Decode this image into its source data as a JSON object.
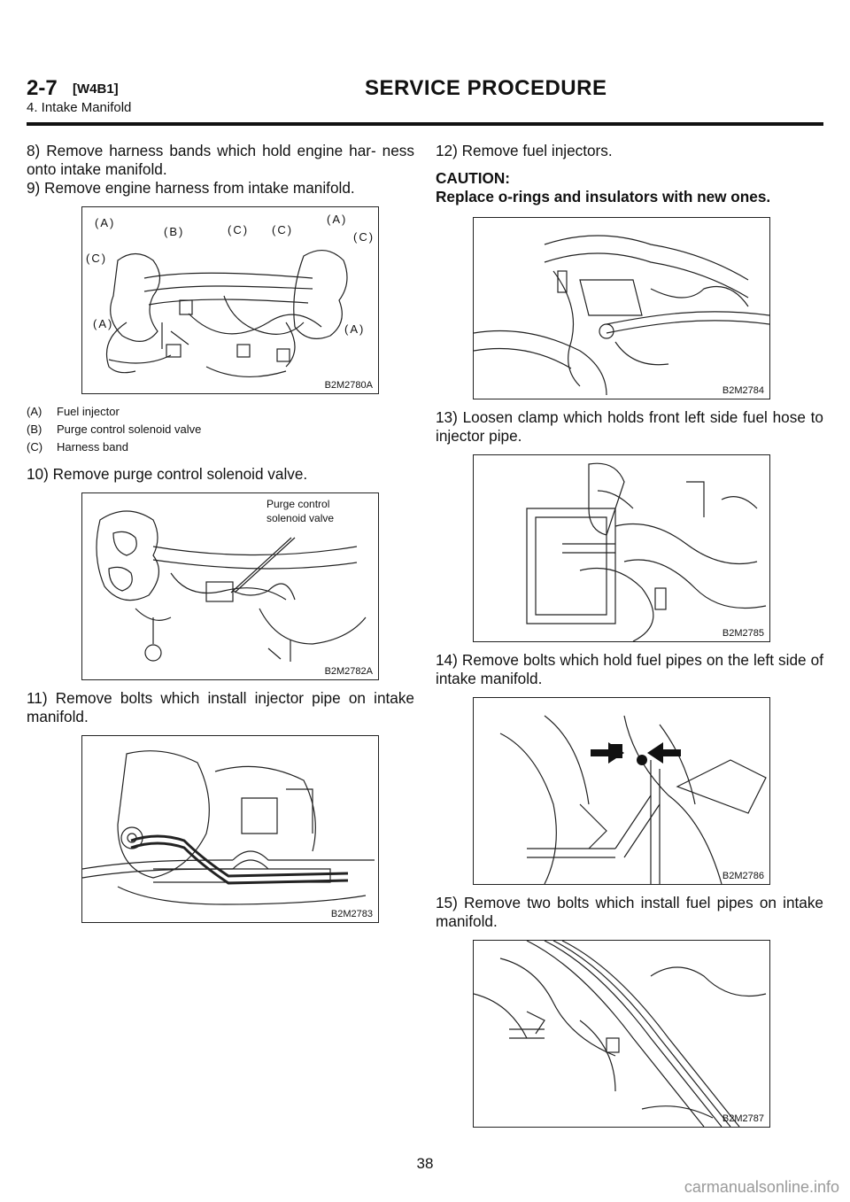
{
  "header": {
    "section_number": "2-7",
    "section_code": "[W4B1]",
    "section_title": "SERVICE PROCEDURE",
    "subsection": "4. Intake Manifold"
  },
  "left_column": {
    "step8": "8) Remove harness bands which hold engine har- ness onto intake manifold.",
    "step9": "9) Remove engine harness from intake manifold.",
    "fig1": {
      "code": "B2M2780A",
      "callouts": [
        "(A)",
        "(B)",
        "(C)",
        "(C)",
        "(A)",
        "(C)",
        "(C)",
        "(A)",
        "(A)"
      ]
    },
    "legend": [
      {
        "key": "(A)",
        "text": "Fuel injector"
      },
      {
        "key": "(B)",
        "text": "Purge control solenoid valve"
      },
      {
        "key": "(C)",
        "text": "Harness band"
      }
    ],
    "step10": "10) Remove purge control solenoid valve.",
    "fig2": {
      "code": "B2M2782A",
      "label_line1": "Purge control",
      "label_line2": "solenoid valve"
    },
    "step11": "11) Remove bolts which install injector pipe on intake manifold.",
    "fig3": {
      "code": "B2M2783"
    }
  },
  "right_column": {
    "step12": "12) Remove fuel injectors.",
    "caution_heading": "CAUTION:",
    "caution_text": "Replace o-rings and insulators with new ones.",
    "fig4": {
      "code": "B2M2784"
    },
    "step13": "13) Loosen clamp which holds front left side fuel hose to injector pipe.",
    "fig5": {
      "code": "B2M2785"
    },
    "step14": "14) Remove bolts which hold fuel pipes on the left side of intake manifold.",
    "fig6": {
      "code": "B2M2786"
    },
    "step15": "15) Remove two bolts which install fuel pipes on intake manifold.",
    "fig7": {
      "code": "B2M2787"
    }
  },
  "footer": {
    "page_number": "38",
    "watermark": "carmanualsonline.info"
  }
}
